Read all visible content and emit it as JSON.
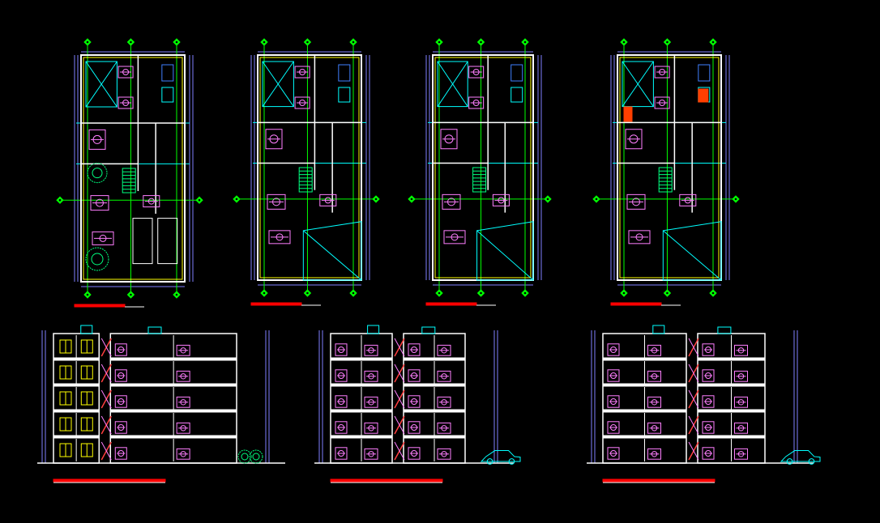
{
  "drawing": {
    "background": "#000000",
    "palette": {
      "wall": "#ffffff",
      "grid": "#00ffff",
      "dim": "#7f7fff",
      "furniture": "#ff7fff",
      "bubble": "#00ff00",
      "accent": "#ffff00",
      "title_bar": "#ff0000",
      "stair": "#00ff7f",
      "fixture": "#3f7fff"
    },
    "plans": [
      {
        "id": "plan-1",
        "kind": "floor-plan",
        "label": ""
      },
      {
        "id": "plan-2",
        "kind": "floor-plan",
        "label": ""
      },
      {
        "id": "plan-3",
        "kind": "floor-plan",
        "label": ""
      },
      {
        "id": "plan-4",
        "kind": "floor-plan",
        "label": ""
      }
    ],
    "sections": [
      {
        "id": "elevation-front",
        "kind": "elevation",
        "label": ""
      },
      {
        "id": "section-a",
        "kind": "section",
        "label": ""
      },
      {
        "id": "section-b",
        "kind": "section",
        "label": ""
      }
    ],
    "icons": {
      "grid_bubble": "diamond-bubble-icon",
      "car": "car-icon",
      "tree": "tree-icon"
    }
  }
}
